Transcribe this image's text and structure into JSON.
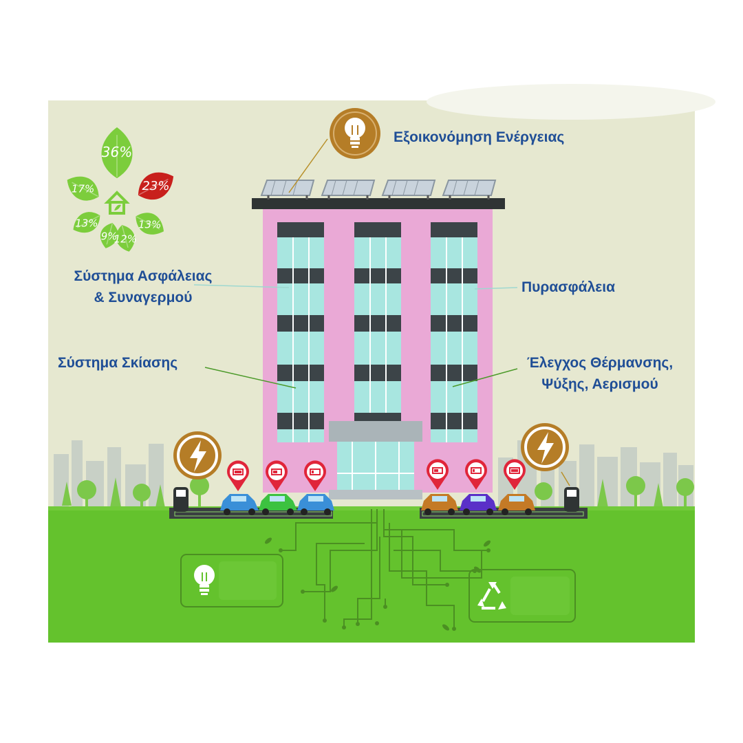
{
  "labels": {
    "energy_saving": "Εξοικονόμηση Ενέργειας",
    "security_line1": "Σύστημα Ασφάλειας",
    "security_line2": "& Συναγερμού",
    "fire_safety": "Πυρασφάλεια",
    "shading": "Σύστημα Σκίασης",
    "hvac_line1": "Έλεγχος Θέρμανσης,",
    "hvac_line2": "Ψύξης, Αερισμού"
  },
  "energy_leaves": [
    {
      "label": "36%",
      "color": "#7ccd3c"
    },
    {
      "label": "17%",
      "color": "#7ccd3c"
    },
    {
      "label": "23%",
      "color": "#c8201c"
    },
    {
      "label": "13%",
      "color": "#7ccd3c"
    },
    {
      "label": "13%",
      "color": "#7ccd3c"
    },
    {
      "label": "9%",
      "color": "#7ccd3c"
    },
    {
      "label": "12%",
      "color": "#7ccd3c"
    }
  ],
  "icons": {
    "energy": "lightbulb-icon",
    "charger": "lightning-bolt-icon",
    "recycle": "recycle-icon"
  },
  "colors": {
    "label_text": "#1f4e96",
    "building": "#eaa9d6",
    "sky": "#e6e8d0",
    "ground": "#64c22d",
    "icon_circle": "#b57d27",
    "pin": "#e0253a"
  }
}
